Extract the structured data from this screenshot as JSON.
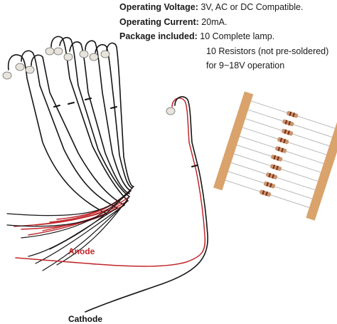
{
  "specs": {
    "voltage_key": "Operating Voltage:",
    "voltage_val": "3V, AC or DC Compatible.",
    "current_key": "Operating Current:",
    "current_val": "20mA.",
    "package_key": "Package included:",
    "package_val": "10 Complete lamp.",
    "resistors_line": "10 Resistors (not pre-soldered)",
    "operation_line": "for 9~18V operation"
  },
  "labels": {
    "anode": "Anode",
    "cathode": "Cathode"
  },
  "colors": {
    "red_wire": "#c0262b",
    "black_wire": "#151515",
    "tape": "#d9a36b",
    "resistor_body": "#c9946a"
  }
}
